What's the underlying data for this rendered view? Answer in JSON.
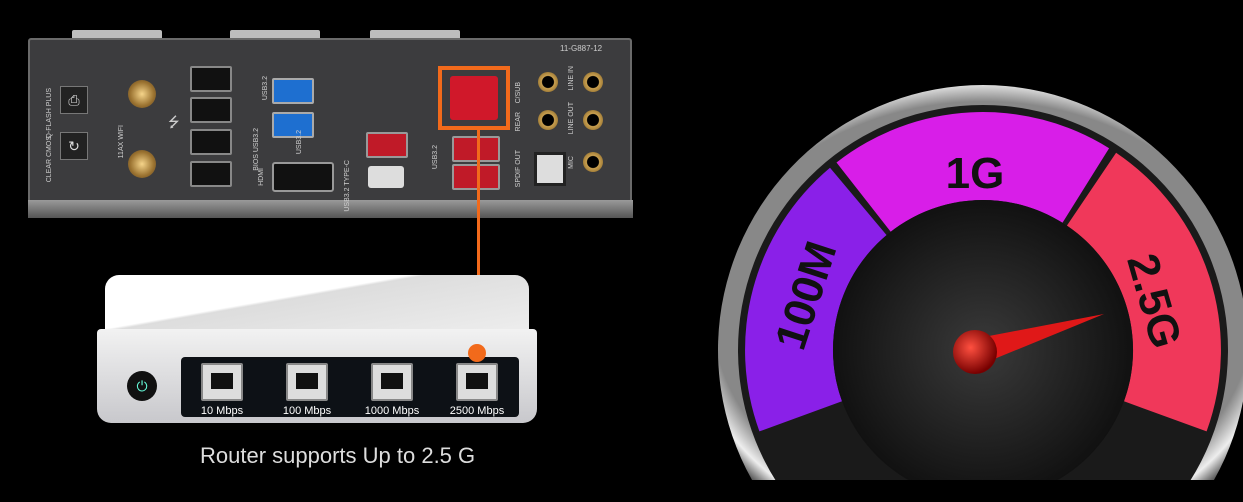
{
  "io_panel": {
    "model": "11-G887-12",
    "labels": {
      "qflash": "Q-FLASH PLUS",
      "clear_cmos": "CLEAR CMOS",
      "wifi": "11AX WIFI",
      "bios_usb": "BIOS USB3.2",
      "usb32": "USB3.2",
      "usb32b": "USB3.2",
      "usb32c": "USB3.2",
      "hdmi": "HDMI",
      "typec": "USB3.2 TYPE-C",
      "csub": "C/SUB",
      "rear": "REAR",
      "spdif": "SPDIF OUT",
      "line_in": "LINE IN",
      "line_out": "LINE OUT",
      "mic": "MIC"
    },
    "highlight_color": "#f26a1b"
  },
  "router": {
    "ports": [
      {
        "label": "10 Mbps"
      },
      {
        "label": "100 Mbps"
      },
      {
        "label": "1000 Mbps"
      },
      {
        "label": "2500 Mbps"
      }
    ],
    "caption": "Router supports Up to 2.5 G"
  },
  "gauge": {
    "segments": [
      {
        "label": "100M",
        "color": "#8a20e8"
      },
      {
        "label": "1G",
        "color": "#d81ee8"
      },
      {
        "label": "2.5G",
        "color": "#f0385a"
      }
    ],
    "needle_value": "2.5G"
  }
}
